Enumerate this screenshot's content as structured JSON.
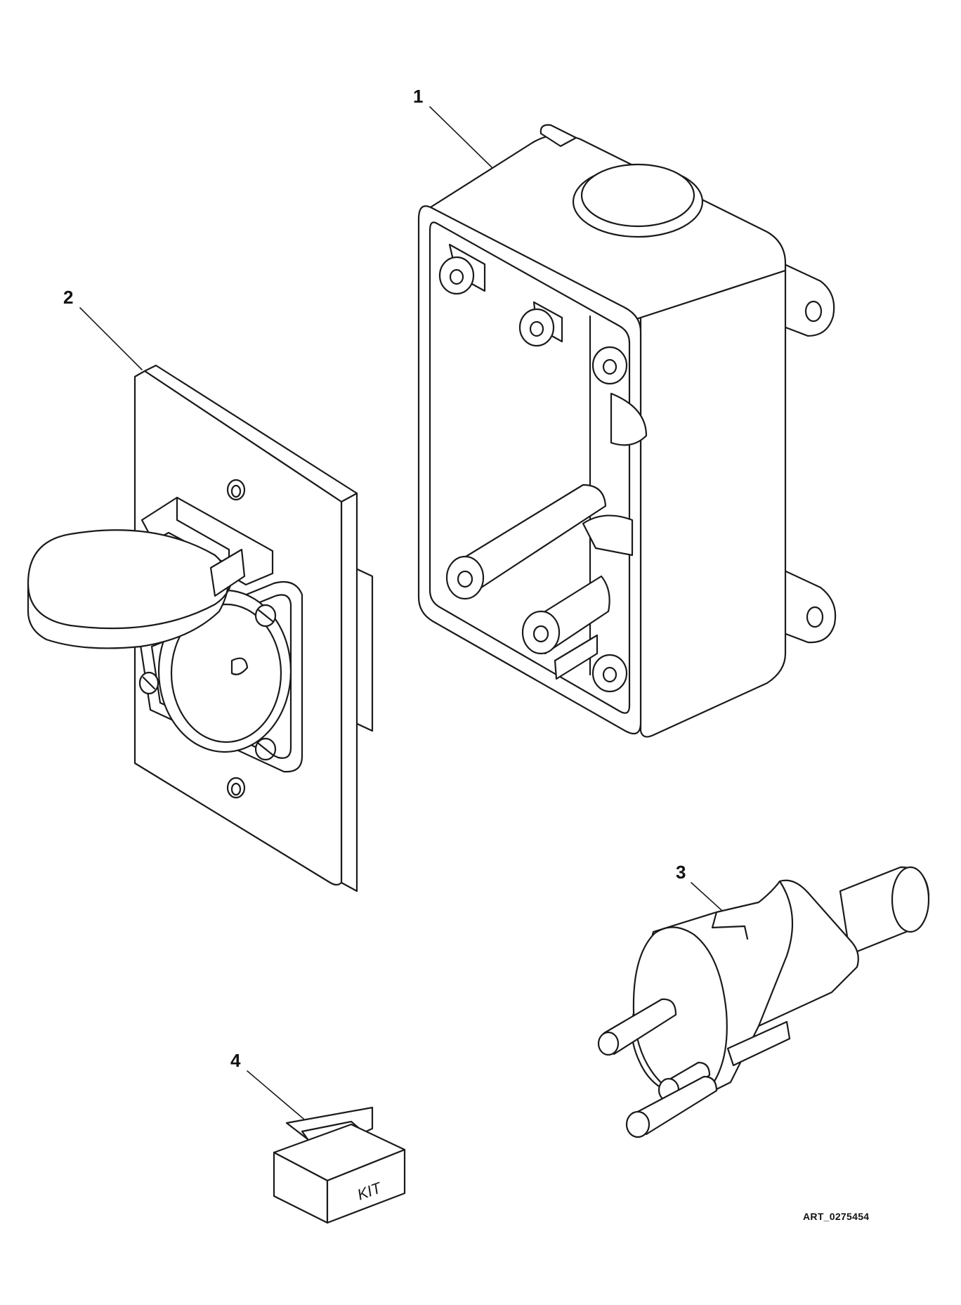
{
  "callouts": [
    {
      "id": "1",
      "label": "1"
    },
    {
      "id": "2",
      "label": "2"
    },
    {
      "id": "3",
      "label": "3"
    },
    {
      "id": "4",
      "label": "4"
    }
  ],
  "parts": {
    "box_label": "KIT"
  },
  "art_id": "ART_0275454",
  "colors": {
    "line": "#1a1a1a",
    "fill": "#ffffff"
  }
}
